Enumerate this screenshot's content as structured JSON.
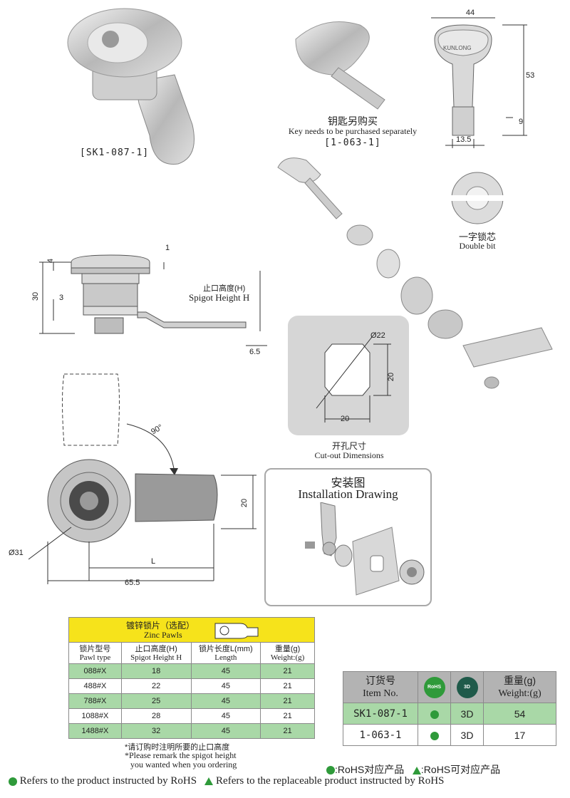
{
  "top_lock": {
    "code": "[SK1-087-1]"
  },
  "key": {
    "cn": "钥匙另购买",
    "en": "Key needs to be purchased separately",
    "code": "[1-063-1]",
    "brand": "KUNLONG",
    "dims": {
      "width": "44",
      "height": "53",
      "tip": "9",
      "base": "13.5"
    }
  },
  "double_bit": {
    "cn": "一字锁芯",
    "en": "Double bit"
  },
  "side_view": {
    "dims": {
      "h30": "30",
      "h4": "4",
      "h1": "1",
      "h3": "3",
      "h65": "6.5"
    },
    "spigot_cn": "止口高度(H)",
    "spigot_en": "Spigot Height H"
  },
  "cutout": {
    "cn": "开孔尺寸",
    "en": "Cut-out Dimensions",
    "diameter": "Ø22",
    "w": "20",
    "h": "20"
  },
  "front_view": {
    "angle": "90°",
    "width20": "20",
    "dia": "Ø31",
    "L": "L",
    "total": "65.5"
  },
  "install": {
    "cn": "安装图",
    "en": "Installation Drawing"
  },
  "pawl_table": {
    "title_cn": "镀锌锁片（选配）",
    "title_en": "Zinc Pawls",
    "headers": [
      {
        "cn": "锁片型号",
        "en": "Pawl type"
      },
      {
        "cn": "止口高度(H)",
        "en": "Spigot Height H"
      },
      {
        "cn": "锁片长度L(mm)",
        "en": "Length"
      },
      {
        "cn": "重量(g)",
        "en": "Weight:(g)"
      }
    ],
    "rows": [
      [
        "088#X",
        "18",
        "45",
        "21"
      ],
      [
        "488#X",
        "22",
        "45",
        "21"
      ],
      [
        "788#X",
        "25",
        "45",
        "21"
      ],
      [
        "1088#X",
        "28",
        "45",
        "21"
      ],
      [
        "1488#X",
        "32",
        "45",
        "21"
      ]
    ],
    "note_cn": "*请订购时注明所要的止口高度",
    "note_en1": "*Please remark the spigot height",
    "note_en2": "you wanted when you ordering"
  },
  "order_table": {
    "item_cn": "订货号",
    "item_en": "Item No.",
    "rohs_badge": "RoHS",
    "three_d_badge": "3D",
    "weight_cn": "重量(g)",
    "weight_en": "Weight:(g)",
    "rows": [
      {
        "item": "SK1-087-1",
        "three_d": "3D",
        "weight": "54"
      },
      {
        "item": "1-063-1",
        "three_d": "3D",
        "weight": "17"
      }
    ]
  },
  "legend": {
    "rohs_cn": ":RoHS对应产品",
    "rohs3d_cn": ":RoHS可对应产品",
    "rohs_en": "Refers to the product instructed by RoHS",
    "rohs3d_en": "Refers to the replaceable product instructed by RoHS"
  },
  "colors": {
    "accent_green": "#2f9a3a",
    "table_green": "#a9d8a7",
    "table_yellow": "#f6e31b",
    "cutout_gray": "#d6d6d6"
  }
}
